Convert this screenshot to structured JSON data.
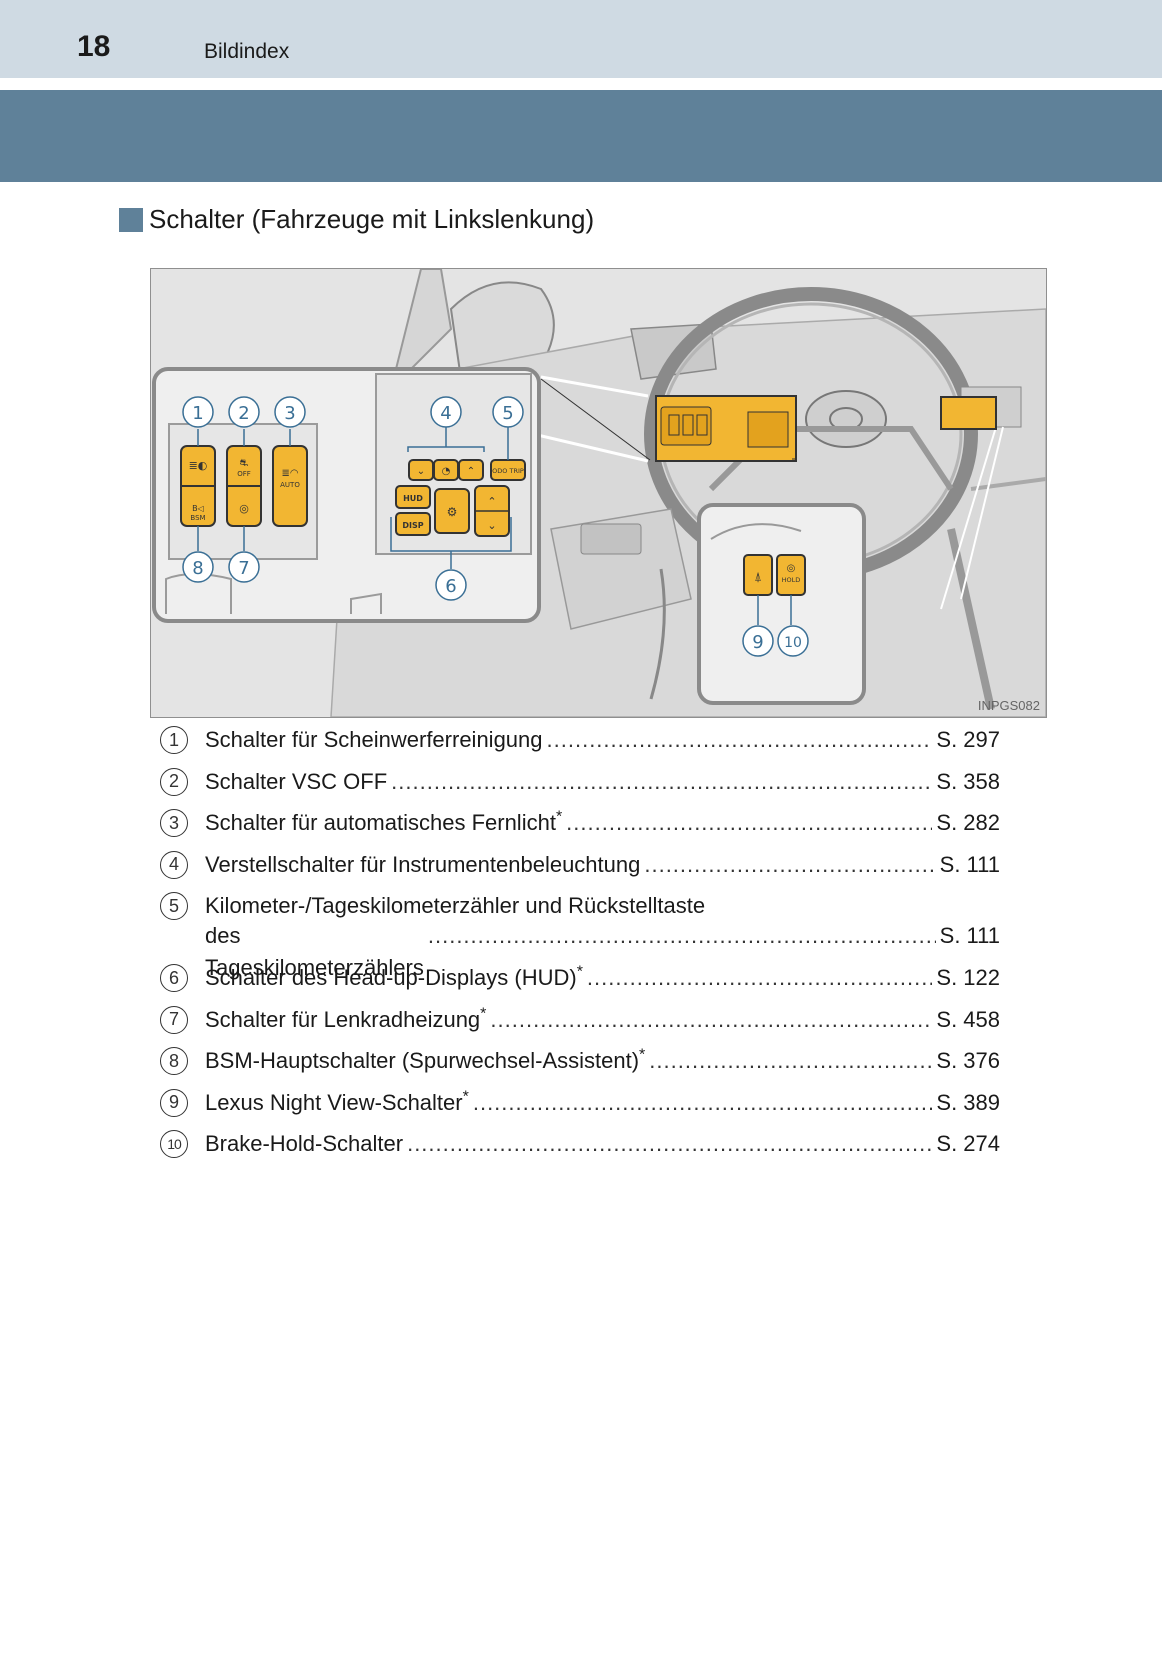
{
  "header": {
    "page_number": "18",
    "running_head": "Bildindex"
  },
  "section": {
    "title": "Schalter (Fahrzeuge mit Linkslenkung)"
  },
  "figure": {
    "code": "INPGS082",
    "callouts": [
      "1",
      "2",
      "3",
      "4",
      "5",
      "6",
      "7",
      "8",
      "9",
      "10"
    ],
    "button_labels": {
      "hud": "HUD",
      "disp": "DISP",
      "odo_trip": "ODO TRIP",
      "auto": "AUTO",
      "off": "OFF",
      "bsm": "BSM",
      "hold": "HOLD"
    },
    "colors": {
      "button_yellow": "#f2b632",
      "accent_blue": "#5f8199"
    }
  },
  "legend": [
    {
      "num": "1",
      "label": "Schalter für Scheinwerferreinigung",
      "star": false,
      "page": "S. 297"
    },
    {
      "num": "2",
      "label": "Schalter VSC OFF",
      "star": false,
      "page": "S. 358"
    },
    {
      "num": "3",
      "label": "Schalter für automatisches Fernlicht",
      "star": true,
      "page": "S. 282"
    },
    {
      "num": "4",
      "label": "Verstellschalter für Instrumentenbeleuchtung",
      "star": false,
      "page": "S. 111"
    },
    {
      "num": "5",
      "label": "Kilometer-/Tageskilometerzähler und Rückstelltaste",
      "label2": "des Tageskilometerzählers",
      "star": false,
      "page": "S. 111"
    },
    {
      "num": "6",
      "label": "Schalter des Head-up-Displays (HUD)",
      "star": true,
      "page": "S. 122"
    },
    {
      "num": "7",
      "label": "Schalter für Lenkradheizung",
      "star": true,
      "page": "S. 458"
    },
    {
      "num": "8",
      "label": "BSM-Hauptschalter (Spurwechsel-Assistent)",
      "star": true,
      "page": "S. 376"
    },
    {
      "num": "9",
      "label": "Lexus Night View-Schalter",
      "star": true,
      "page": "S. 389"
    },
    {
      "num": "10",
      "label": "Brake-Hold-Schalter",
      "star": false,
      "page": "S. 274"
    }
  ],
  "star_symbol": "*"
}
